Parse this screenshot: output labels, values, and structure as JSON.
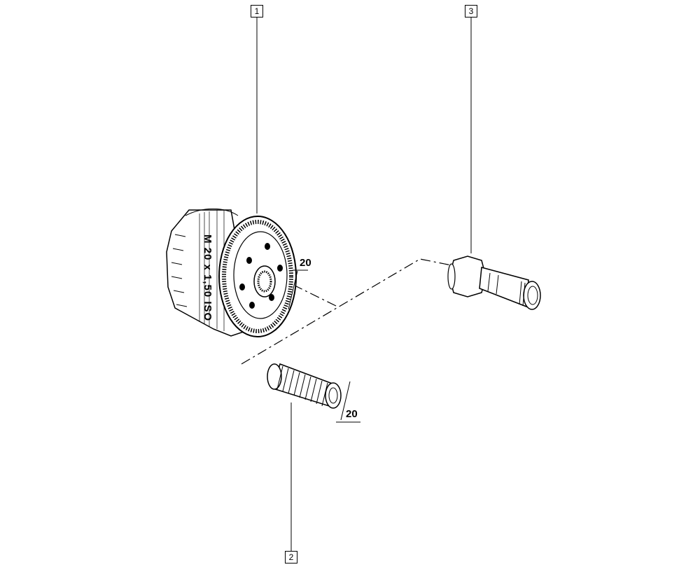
{
  "callouts": {
    "c1": "1",
    "c2": "2",
    "c3": "3"
  },
  "dimensions": {
    "d1": "20",
    "d2": "20"
  },
  "thread_marking": "M 20 x 1,50 ISO",
  "colors": {
    "ink": "#000000",
    "paper": "#ffffff"
  }
}
